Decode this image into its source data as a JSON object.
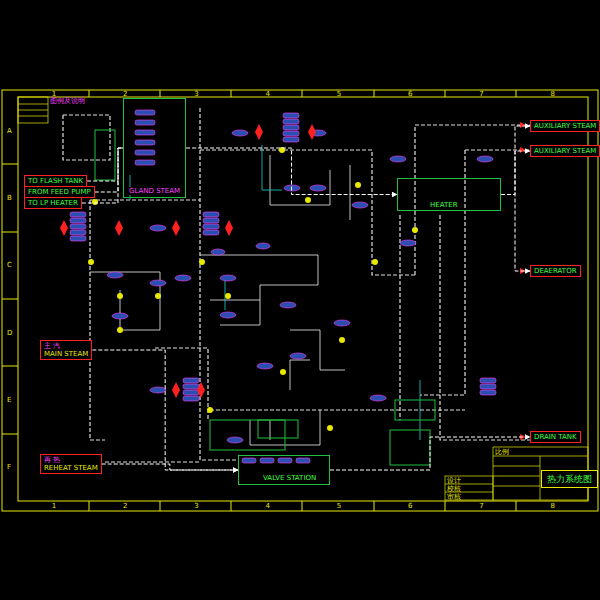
{
  "diagram": {
    "nodes": [
      {
        "text": [
          "TO FLASH TANK"
        ]
      },
      {
        "text": [
          "FROM FEED PUMP"
        ]
      },
      {
        "text": [
          "TO LP HEATER"
        ]
      },
      {
        "text": [
          "主 汽",
          "MAIN STEAM"
        ]
      },
      {
        "text": [
          "再 热",
          "REHEAT STEAM"
        ]
      },
      {
        "text": [
          "AUXILIARY STEAM"
        ]
      },
      {
        "text": [
          "AUXILIARY STEAM"
        ]
      },
      {
        "text": [
          "DEAERATOR"
        ]
      },
      {
        "text": [
          "DRAIN TANK"
        ]
      },
      {
        "text": [
          "GLAND STEAM"
        ]
      },
      {
        "text": [
          "HEATER"
        ]
      },
      {
        "text": [
          "VALVE STATION"
        ]
      },
      {
        "text": [
          "热力系统图"
        ]
      }
    ],
    "edges": [
      {
        "from": 0,
        "to": 9,
        "arrow": "none"
      },
      {
        "from": 1,
        "to": 9,
        "arrow": "none"
      },
      {
        "from": 2,
        "to": 9,
        "arrow": "none"
      },
      {
        "from": 9,
        "to": 10,
        "arrow": "to"
      },
      {
        "from": 3,
        "to": 11,
        "arrow": "to"
      },
      {
        "from": 4,
        "to": 11,
        "arrow": "to"
      },
      {
        "from": 10,
        "to": 5,
        "arrow": "to"
      },
      {
        "from": 10,
        "to": 6,
        "arrow": "to"
      },
      {
        "from": 10,
        "to": 7,
        "arrow": "to"
      },
      {
        "from": 11,
        "to": 8,
        "arrow": "to"
      }
    ],
    "labels": [
      "1",
      "2",
      "3",
      "4",
      "5",
      "6",
      "7",
      "8",
      "1",
      "2",
      "3",
      "4",
      "5",
      "6",
      "7",
      "8",
      "A",
      "B",
      "C",
      "D",
      "E",
      "F",
      "图例及说明",
      "设计",
      "校核",
      "审核",
      "比例"
    ]
  }
}
